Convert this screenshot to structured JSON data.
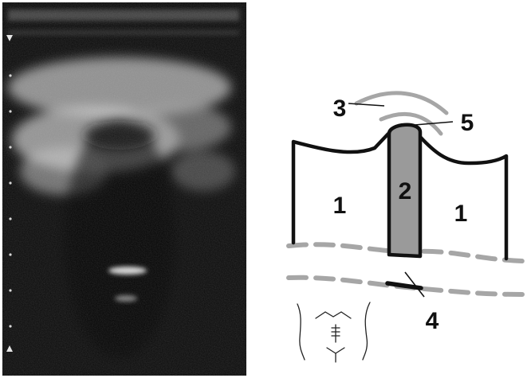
{
  "labels": {
    "muscle_left": "1",
    "linea_alba": "2",
    "subcutaneous_fat": "3",
    "peritoneum": "4",
    "skin_line": "5",
    "muscle_right": "1"
  },
  "colors": {
    "background": "#ffffff",
    "ultrasound_bg": "#0b0b0b",
    "outline": "#111111",
    "gray_fill": "#9a9a9a",
    "dashed_gray": "#a6a6a6"
  },
  "icons": {
    "probe_marker": "triangle-marker-icon",
    "body_orientation": "abdomen-torso-icon"
  }
}
